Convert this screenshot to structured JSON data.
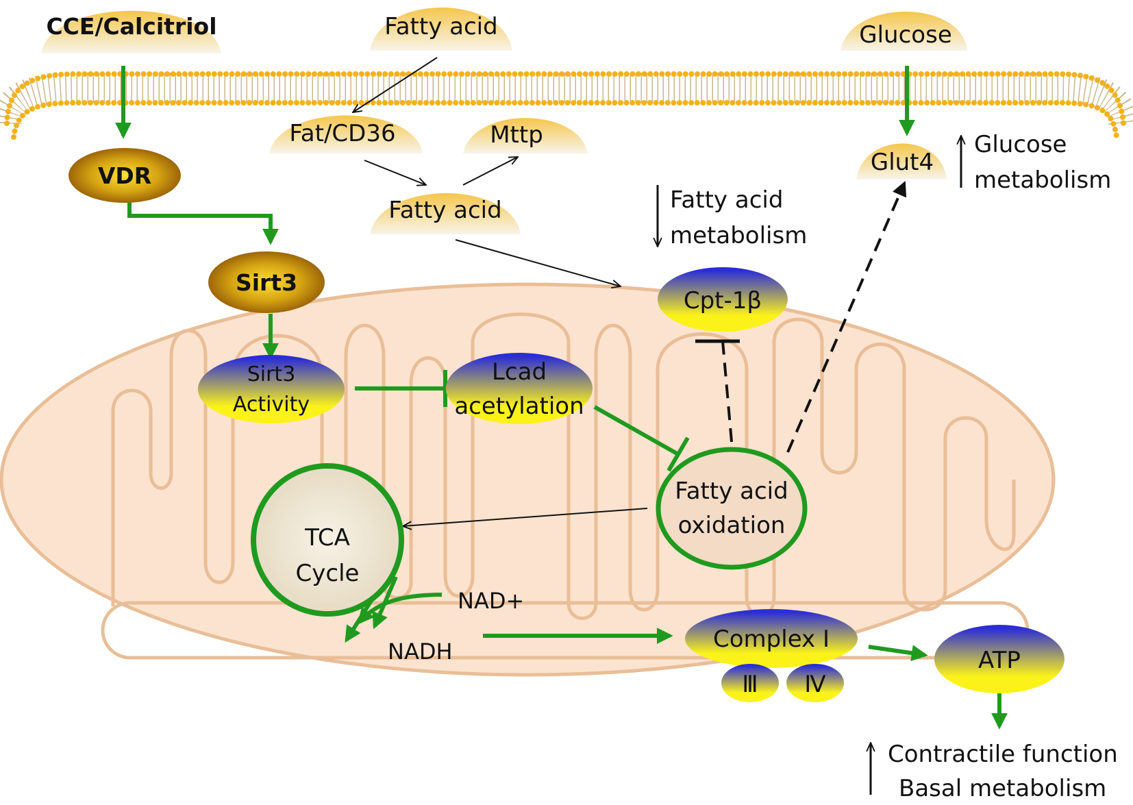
{
  "membrane": {
    "nodes": {
      "cce": "CCE/Calcitriol",
      "fatty_acid_outside": "Fatty acid",
      "glucose": "Glucose",
      "fat_cd36": "Fat/CD36",
      "mttp": "Mttp",
      "glut4": "Glut4",
      "fatty_acid_inside": "Fatty acid"
    }
  },
  "cytosol": {
    "nodes": {
      "vdr": "VDR",
      "sirt3": "Sirt3",
      "cpt1b": "Cpt-1β"
    }
  },
  "mitochondrion": {
    "nodes": {
      "sirt3_activity_line1": "Sirt3",
      "sirt3_activity_line2": "Activity",
      "lcad_line1": "Lcad",
      "lcad_line2": "acetylation",
      "fao_line1": "Fatty acid",
      "fao_line2": "oxidation",
      "tca_line1": "TCA",
      "tca_line2": "Cycle",
      "nad_plus": "NAD+",
      "nadh": "NADH",
      "complex1": "Complex Ⅰ",
      "complex3": "Ⅲ",
      "complex4": "Ⅳ",
      "atp": "ATP"
    }
  },
  "annotations": {
    "glucose_metabolism_line1": "Glucose",
    "glucose_metabolism_line2": "metabolism",
    "fatty_acid_metabolism_line1": "Fatty acid",
    "fatty_acid_metabolism_line2": "metabolism",
    "outcome_line1": "Contractile function",
    "outcome_line2": "Basal metabolism",
    "direction_up": "up",
    "direction_down": "down"
  },
  "colors": {
    "activation_green": "#1f9a1f",
    "mito_fill": "#fbe3cf",
    "mito_stroke": "#e9be97",
    "membrane_head": "#f2b21c",
    "capsule_top": "#f5c64c",
    "capsule_bottom": "#f7f4ea",
    "bronze": "#9a6206",
    "bronze_center": "#ffe135",
    "blue_top": "#2b2dd6",
    "yellow_bottom": "#fbf21a",
    "tca_fill": "#ece4d2"
  }
}
